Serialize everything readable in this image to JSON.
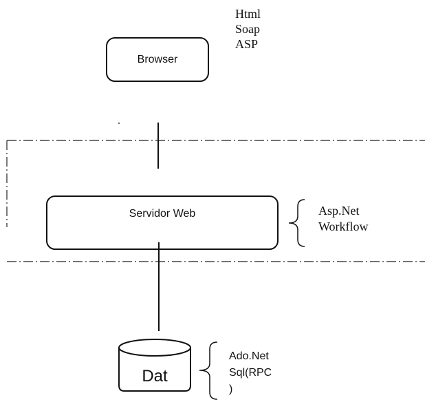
{
  "nodes": {
    "browser": {
      "label": "Browser"
    },
    "web_server": {
      "label": "Servidor Web"
    },
    "database": {
      "label": "Dat"
    }
  },
  "annotations": {
    "browser_tech": [
      "Html",
      "Soap",
      "ASP"
    ],
    "server_tech": [
      "Asp.Net",
      "Workflow"
    ],
    "database_tech": [
      "Ado.Net",
      "Sql(RPC",
      ")"
    ]
  }
}
